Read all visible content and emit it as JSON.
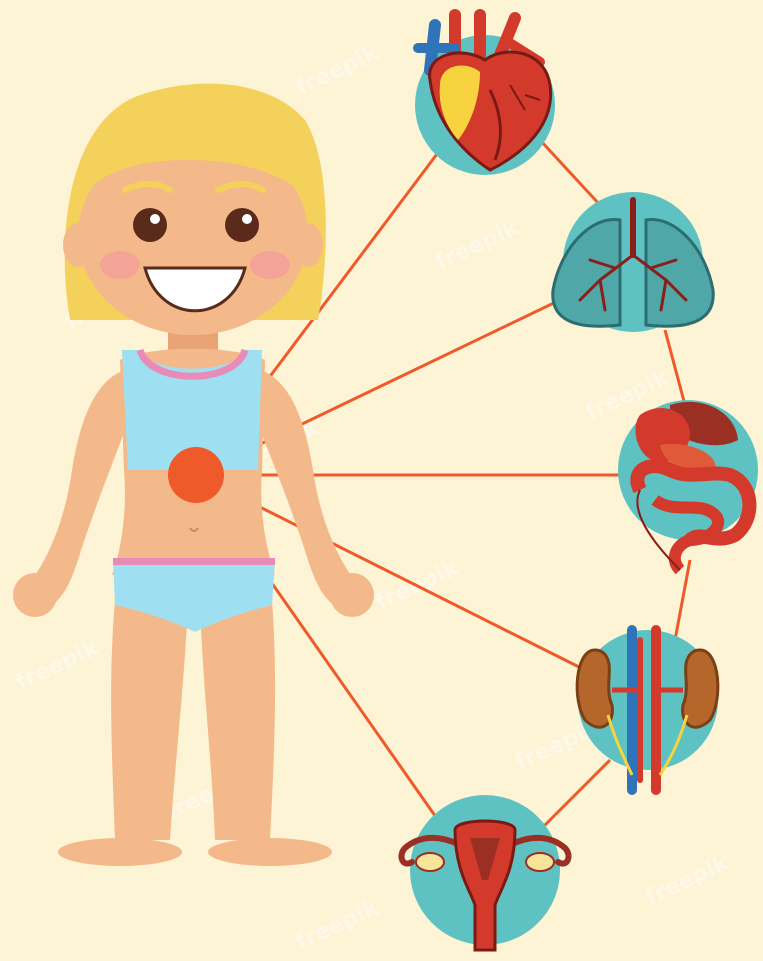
{
  "watermark": {
    "text": "freepik"
  },
  "colors": {
    "background": "#fdf4d6",
    "skin": "#f4b98a",
    "hair": "#f3d15a",
    "clothing": "#9ee0f2",
    "trim": "#e88bb8",
    "connector": "#ef5a2a",
    "organ_circle": "#5ec2c2"
  },
  "organs": [
    {
      "name": "heart",
      "icon": "heart-icon"
    },
    {
      "name": "lungs",
      "icon": "lungs-icon"
    },
    {
      "name": "digestive-system",
      "icon": "digestive-system-icon"
    },
    {
      "name": "kidneys",
      "icon": "kidneys-icon"
    },
    {
      "name": "reproductive-system",
      "icon": "uterus-icon"
    }
  ]
}
